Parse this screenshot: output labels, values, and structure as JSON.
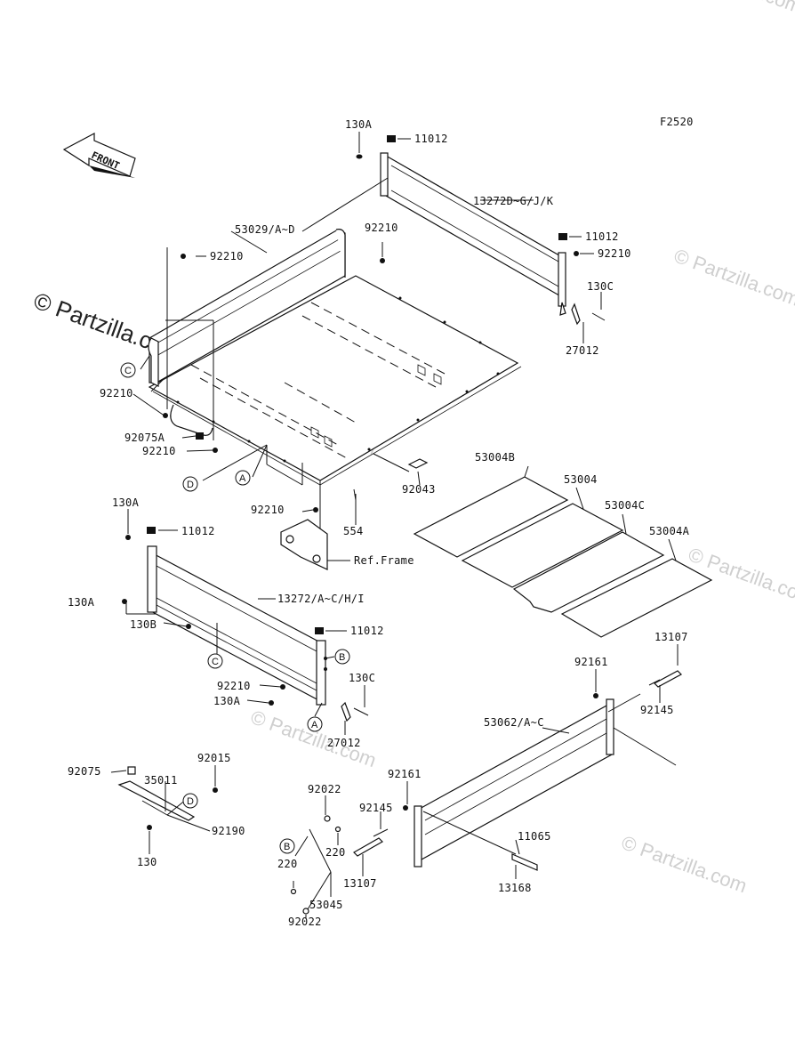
{
  "diagram": {
    "code": "F2520",
    "front_label": "FRONT",
    "ref_frame": "Ref.Frame",
    "watermark": "© Partzilla.com",
    "callouts": [
      "A",
      "B",
      "C",
      "D"
    ],
    "parts": {
      "p130A_top": "130A",
      "p11012_top": "11012",
      "p13272D": "13272D~G/J/K",
      "p11012_r": "11012",
      "p92210_r": "92210",
      "p130C_r": "130C",
      "p27012_r": "27012",
      "p53029": "53029/A~D",
      "p92210_a": "92210",
      "p92210_b": "92210",
      "p92210_c": "92210",
      "p92075A": "92075A",
      "p92210_d": "92210",
      "p92210_e": "92210",
      "p92043": "92043",
      "p554": "554",
      "p53004B": "53004B",
      "p53004": "53004",
      "p53004C": "53004C",
      "p53004A": "53004A",
      "p130A_l": "130A",
      "p11012_l": "11012",
      "p13272A": "13272/A~C/H/I",
      "p130A_l2": "130A",
      "p130B": "130B",
      "p11012_l2": "11012",
      "p92210_l": "92210",
      "p130A_l3": "130A",
      "p130C_l": "130C",
      "p27012_l": "27012",
      "p13107_r": "13107",
      "p92161_r": "92161",
      "p92145_r": "92145",
      "p53062": "53062/A~C",
      "p92075": "92075",
      "p35011": "35011",
      "p92015": "92015",
      "p92190": "92190",
      "p130": "130",
      "p92022_t": "92022",
      "p220_t": "220",
      "p220_b": "220",
      "p92022_b": "92022",
      "p53045": "53045",
      "p92161_m": "92161",
      "p92145_m": "92145",
      "p13107_m": "13107",
      "p11065": "11065",
      "p13168": "13168"
    }
  }
}
